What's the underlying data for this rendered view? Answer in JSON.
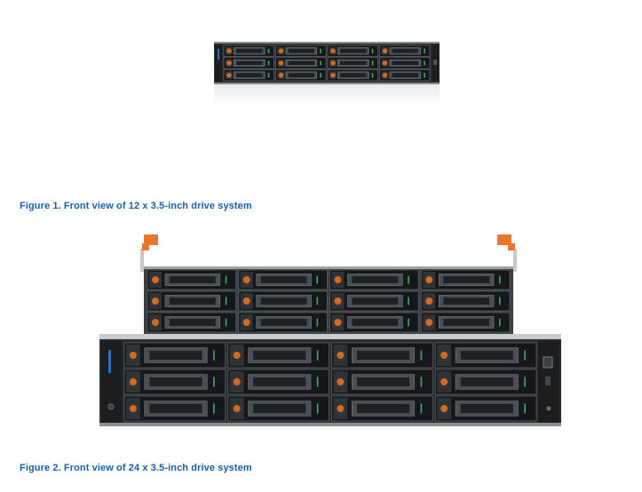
{
  "figures": [
    {
      "caption": "Figure 1. Front view of 12 x 3.5-inch drive system",
      "drive_count": 12,
      "layout": {
        "rows": 3,
        "columns": 4
      }
    },
    {
      "caption": "Figure 2. Front view of 24 x 3.5-inch drive system",
      "drive_count": 24,
      "layout": {
        "rows": 6,
        "columns": 4
      }
    }
  ],
  "colors": {
    "caption": "#1a5fa8",
    "handle_orange": "#e8762c",
    "chassis_dark": "#1f2224",
    "chassis_silver": "#c9ccce",
    "drive_latch": "#d06a28",
    "status_led": "#3fae5a"
  }
}
